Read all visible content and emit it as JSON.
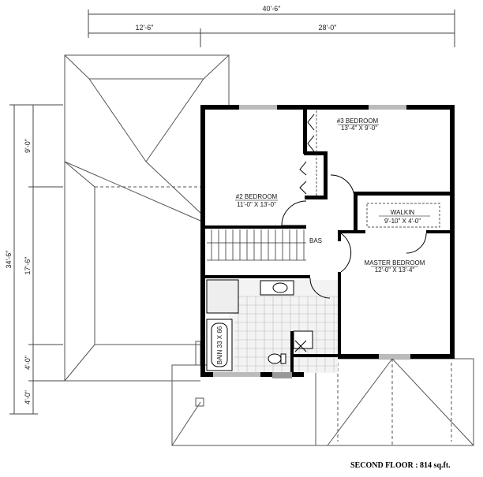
{
  "dimensions": {
    "overall_width": "40'-6\"",
    "width_left": "12'-6\"",
    "width_right": "28'-0\"",
    "overall_depth": "34'-6\"",
    "depth_1": "9'-0\"",
    "depth_2": "17'-6\"",
    "depth_3": "4'-0\"",
    "depth_4": "4'-0\""
  },
  "rooms": {
    "bedroom3": {
      "name": "#3 BEDROOM",
      "size": "13'-4\" X 9'-0\""
    },
    "bedroom2": {
      "name": "#2 BEDROOM",
      "size": "11'-0\" X 13'-0\""
    },
    "walkin": {
      "name": "WALKIN",
      "size": "9'-10\" X 4'-0\""
    },
    "master": {
      "name": "MASTER BEDROOM",
      "size": "12'-0\" X 13'-4\""
    },
    "stairs": {
      "label": "BAS"
    },
    "bath": {
      "label": "BAIN 33 X 66"
    }
  },
  "title": "SECOND FLOOR : 814 sq.ft."
}
